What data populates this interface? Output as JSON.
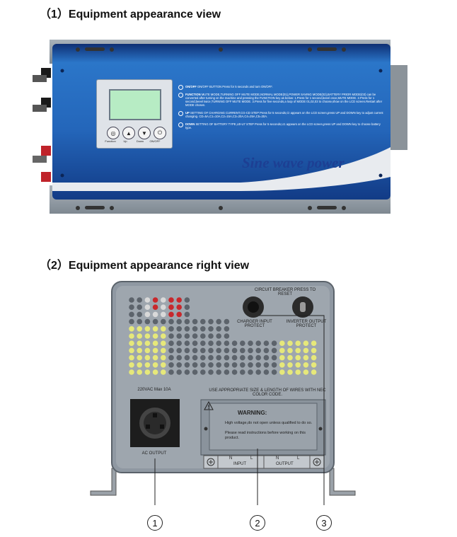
{
  "headings": {
    "front": "（1）Equipment appearance view",
    "right": "（2）Equipment appearance right view"
  },
  "front_panel": {
    "buttons": [
      "Function",
      "Up",
      "Down",
      "ON/OFF"
    ],
    "instructions": [
      {
        "title": "ON/OFF",
        "text": "ON/OFF BUTTON  Press for 5 seconds and turn ON/OFF."
      },
      {
        "title": "FUNCTION",
        "text": "MUTE MODE,TURNING OFF MUTE MODE,NORMAL MODE(01),POWER SAVING MODE(02),BATTERY PRIOR MODE(03) can be converted after turning on the machine and pressing the FUNCTION key as below: 1.Press for 1 second,beeel once,MUTE MODE. 2.Press for 1 second,beeel twice,TURNING OFF MUTE MODE. 3.Press for five seconds,a loop of MODE 01,02,03 to choose,show on the LCD screen.Restart after MODE chosen."
      },
      {
        "title": "UP",
        "text": "SETTING OF CHARGING CURRENT,CG-CD STEP  Press for 5 seconds,CI appears on the LCD screen,press UP and DOWN key to adjust current changing. CD=5A,C1=10A,C2=15A,C3=20A,C4=25A,C5=30A."
      },
      {
        "title": "DOWN",
        "text": "SETTING OF BATTERY TYPE,U0-U7 STEP  Press for 5 seconds,U1 appears on the LCD screen,press UP and DOWN key to choose battery type."
      }
    ],
    "brand": "Sine wave power"
  },
  "right_panel": {
    "circuit_breaker_label": "CIRCUIT BREAKER PRESS TO RESET",
    "charger_input_label": "CHARGER INPUT PROTECT",
    "inverter_output_label": "INVERTER OUTPUT PROTECT",
    "ac_spec": "220VAC Max 10A",
    "ac_output_label": "AC OUTPUT",
    "wire_note": "USE APPROPRIATE SIZE & LENGTH OF WIRES WITH NEC COLOR CODE.",
    "warning_title": "WARNING:",
    "warning_lines": [
      "High voltage,do not open unless qualified to do so.",
      "Please read instructions before working on this product."
    ],
    "terminals": {
      "n1": "N",
      "l1": "L",
      "n2": "N",
      "l2": "L",
      "input": "INPUT",
      "output": "OUTPUT"
    },
    "callouts": [
      "1",
      "2",
      "3"
    ]
  },
  "colors": {
    "chassis_blue": "#1f5fb3",
    "chassis_dark": "#0d2e6e",
    "brand_text": "#1d3f93",
    "panel_grey": "#8f98a2",
    "vent_yellow": "#e6e87a",
    "vent_grey": "#5c636b",
    "vent_red": "#c8282c"
  }
}
